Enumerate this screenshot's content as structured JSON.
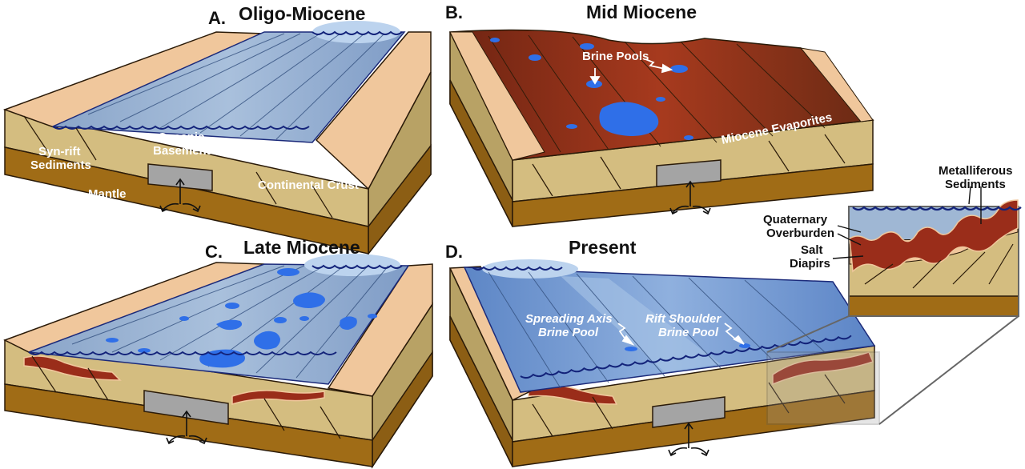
{
  "panels": {
    "a": {
      "letter": "A.",
      "title": "Oligo-Miocene",
      "labels": {
        "synrift_1": "Syn-rift",
        "synrift_2": "Sediments",
        "oceanic_1": "Oceanic",
        "oceanic_2": "Basement",
        "continental": "Continental Crust",
        "mantle": "Mantle"
      }
    },
    "b": {
      "letter": "B.",
      "title": "Mid Miocene",
      "labels": {
        "brine": "Brine Pools",
        "evaporites": "Miocene Evaporites"
      }
    },
    "c": {
      "letter": "C.",
      "title": "Late Miocene"
    },
    "d": {
      "letter": "D.",
      "title": "Present",
      "labels": {
        "axis_1": "Spreading Axis",
        "axis_2": "Brine Pool",
        "shoulder_1": "Rift Shoulder",
        "shoulder_2": "Brine Pool"
      }
    }
  },
  "inset": {
    "metalliferous_1": "Metalliferous",
    "metalliferous_2": "Sediments",
    "quaternary_1": "Quaternary",
    "quaternary_2": "Overburden",
    "salt_1": "Salt",
    "salt_2": "Diapirs"
  },
  "colors": {
    "crust": "#d4bd80",
    "crust_dark": "#a99053",
    "mantle": "#a06c16",
    "sediment": "#f0c79c",
    "water": "#9fb7d4",
    "water_deep": "#6f8fc4",
    "wave": "#13237a",
    "brine": "#2f6fe8",
    "evaporite": "#9a2d1a",
    "oceanic": "#a4a4a4"
  }
}
